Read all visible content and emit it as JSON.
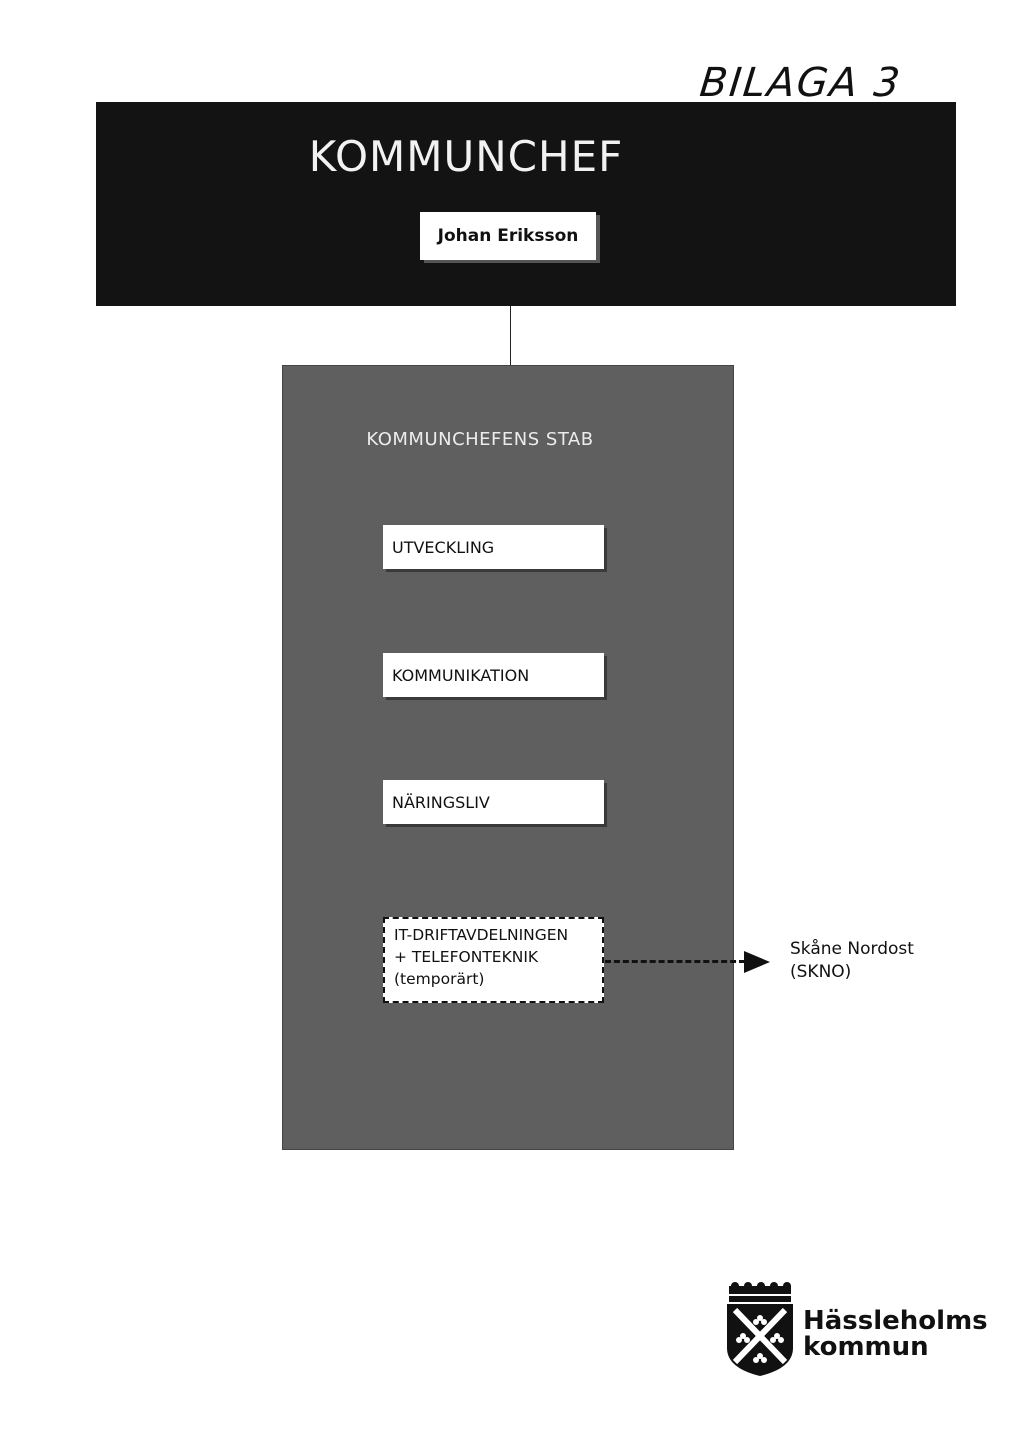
{
  "annotation": "BILAGA 3",
  "chief": {
    "title": "KOMMUNCHEF",
    "name": "Johan Eriksson"
  },
  "staff": {
    "title": "KOMMUNCHEFENS STAB",
    "units": [
      "UTVECKLING",
      "KOMMUNIKATION",
      "NÄRINGSLIV"
    ],
    "it_unit": {
      "line1": "IT-DRIFTAVDELNINGEN",
      "line2": "+ TELEFONTEKNIK",
      "line3": "(temporärt)"
    }
  },
  "external": {
    "line1": "Skåne Nordost",
    "line2": "(SKNO)"
  },
  "logo": {
    "line1": "Hässleholms",
    "line2": "kommun"
  }
}
